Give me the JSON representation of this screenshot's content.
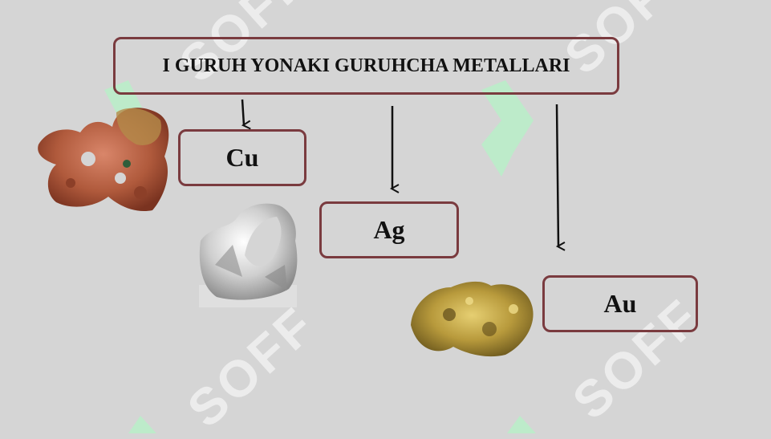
{
  "title": "I GURUH YONAKI GURUHCHA METALLARI",
  "elements": [
    {
      "symbol": "Cu",
      "image": "copper-nugget"
    },
    {
      "symbol": "Ag",
      "image": "silver-crystal"
    },
    {
      "symbol": "Au",
      "image": "gold-nugget"
    }
  ],
  "watermark": "SOFF",
  "colors": {
    "background": "#d5d5d5",
    "box_border": "#7a3b3f",
    "arrow": "#111111",
    "watermark_green": "#b9efc8"
  }
}
